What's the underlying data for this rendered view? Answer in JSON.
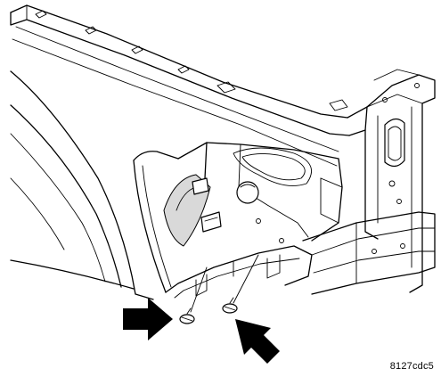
{
  "figure": {
    "code": "8127cdc5",
    "colors": {
      "line": "#000000",
      "background": "#ffffff",
      "shade": "#d9d9d9"
    },
    "callouts": [
      {
        "name": "arrow-left",
        "icon": "arrow-right-icon"
      },
      {
        "name": "arrow-lower",
        "icon": "arrow-up-left-icon"
      }
    ]
  }
}
